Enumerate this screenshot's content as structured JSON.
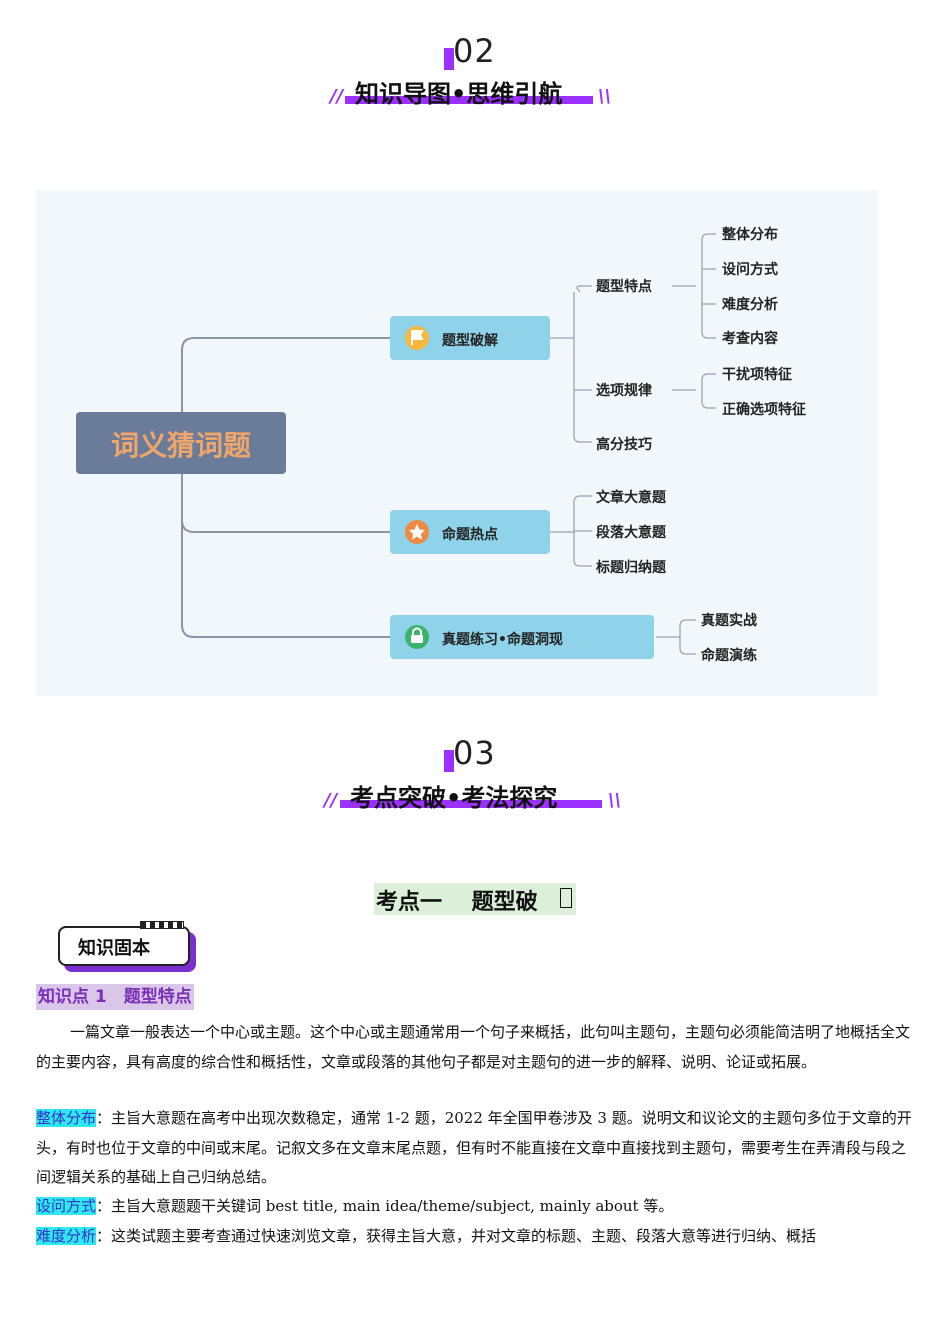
{
  "sections": [
    {
      "number": "02",
      "title": "知识导图•思维引航"
    },
    {
      "number": "03",
      "title": "考点突破•考法探究"
    }
  ],
  "mindmap": {
    "root": "词义猜词题",
    "branches": [
      {
        "label": "题型破解",
        "icon": "flag-icon"
      },
      {
        "label": "命题热点",
        "icon": "star-icon"
      },
      {
        "label": "真题练习•命题洞现",
        "icon": "lock-icon"
      }
    ],
    "sub": {
      "tixingtedian": "题型特点",
      "xuanxiangguilv": "选项规律",
      "gaofenjiqiao": "高分技巧",
      "wenzhang": "文章大意题",
      "duanluo": "段落大意题",
      "biaoti": "标题归纳题",
      "zhenti": "真题实战",
      "mingti": "命题演练"
    },
    "leaves": {
      "zhengti": "整体分布",
      "shewen": "设问方式",
      "nandu": "难度分析",
      "kaocha": "考查内容",
      "ganrao": "干扰项特征",
      "zhengque": "正确选项特征"
    }
  },
  "kaodian_title": "考点一　 题型破",
  "zhishi_badge": "知识固本",
  "zhishidian_label": "知识点 1　题型特点",
  "paragraphs": {
    "intro": "一篇文章一般表达一个中心或主题。这个中心或主题通常用一个句子来概括，此句叫主题句，主题句必须能简洁明了地概括全文的主要内容，具有高度的综合性和概括性，文章或段落的其他句子都是对主题句的进一步的解释、说明、论证或拓展。",
    "zhengti_label": "整体分布",
    "zhengti_text": "：主旨大意题在高考中出现次数稳定，通常 1-2 题，2022 年全国甲卷涉及 3 题。说明文和议论文的主题句多位于文章的开头，有时也位于文章的中间或末尾。记叙文多在文章末尾点题，但有时不能直接在文章中直接找到主题句，需要考生在弄清段与段之间逻辑关系的基础上自己归纳总结。",
    "shewen_label": "设问方式",
    "shewen_text": "：主旨大意题题干关键词 best title, main idea/theme/subject,  mainly about 等。",
    "nandu_label": "难度分析",
    "nandu_text": "：这类试题主要考查通过快速浏览文章，获得主旨大意，并对文章的标题、主题、段落大意等进行归纳、概括"
  },
  "colors": {
    "accent": "#9b30ff",
    "root_bg": "#6a7c99",
    "root_text": "#f0a56a",
    "branch_bg": "#8fd3ea",
    "highlight": "#2ee8f0"
  }
}
